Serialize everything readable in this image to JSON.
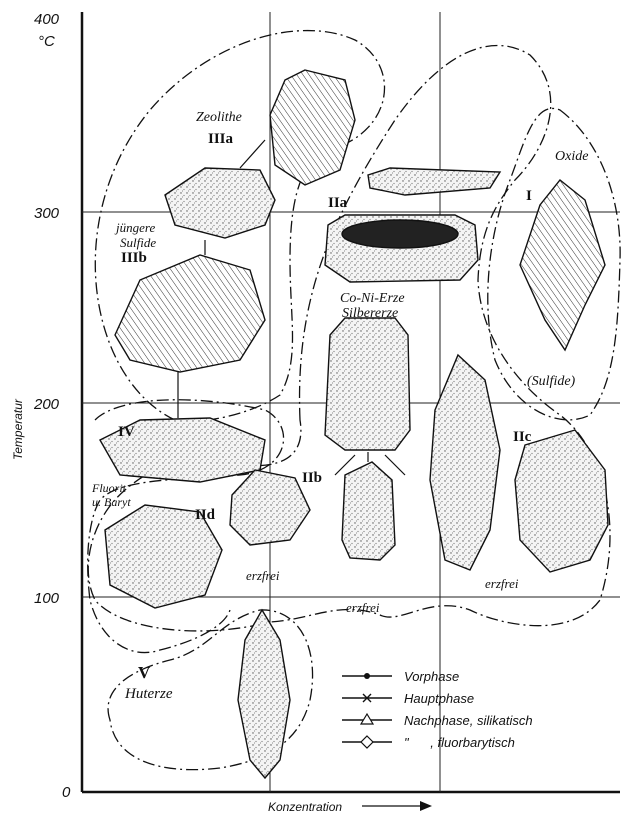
{
  "y_axis": {
    "unit": "°C",
    "label": "Temperatur",
    "ticks": [
      "400",
      "300",
      "200",
      "100",
      "0"
    ]
  },
  "x_axis": {
    "label": "Konzentration"
  },
  "regions": {
    "I": "I",
    "IIa": "IIa",
    "IIb": "IIb",
    "IIc": "IIc",
    "IId": "IId",
    "IIIa": "IIIa",
    "IIIb": "IIIb",
    "IV": "IV",
    "V": "V"
  },
  "labels": {
    "zeolithe": "Zeolithe",
    "oxide": "Oxide",
    "sulfide_paren": "(Sulfide)",
    "juengere": "jüngere",
    "sulfide": "Sulfide",
    "coni_erze": "Co-Ni-Erze",
    "silbererze": "Silbererze",
    "fluorit": "Fluorit",
    "u_baryt": "u. Baryt",
    "erzfrei_1": "erzfrei",
    "erzfrei_2": "erzfrei",
    "erzfrei_3": "erzfrei",
    "huterze": "Huterze"
  },
  "legend": [
    {
      "marker": "dot",
      "label": "Vorphase"
    },
    {
      "marker": "cross",
      "label": "Hauptphase"
    },
    {
      "marker": "triangle",
      "label": "Nachphase, silikatisch"
    },
    {
      "marker": "diamond",
      "label": "\"      , fluorbarytisch"
    }
  ]
}
